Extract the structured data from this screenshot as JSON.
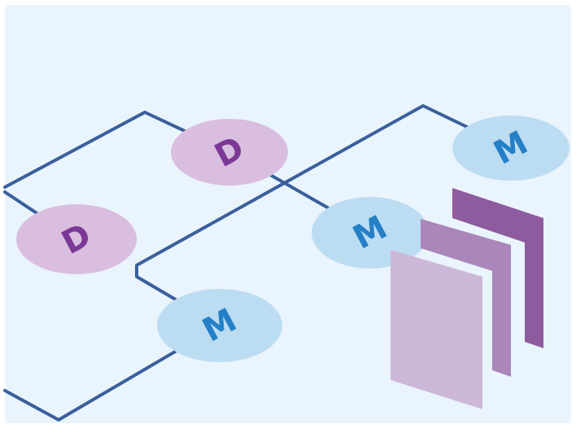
{
  "colors": {
    "background": "#eaf4fd",
    "connector": "#3a5f9c",
    "d_node_fill": "#d9bedf",
    "d_node_text": "#7b3896",
    "m_node_fill": "#bcdcf2",
    "m_node_text": "#2480c6",
    "page_back": "#8e5b9e",
    "page_middle": "#aa86bb",
    "page_front": "#cdb8d9"
  },
  "nodes": [
    {
      "id": "d-top",
      "letter": "D",
      "kind": "D"
    },
    {
      "id": "d-left",
      "letter": "D",
      "kind": "D"
    },
    {
      "id": "m-top-right",
      "letter": "M",
      "kind": "M"
    },
    {
      "id": "m-middle",
      "letter": "M",
      "kind": "M"
    },
    {
      "id": "m-bottom",
      "letter": "M",
      "kind": "M"
    }
  ],
  "icons": [
    "stacked-pages-icon"
  ]
}
